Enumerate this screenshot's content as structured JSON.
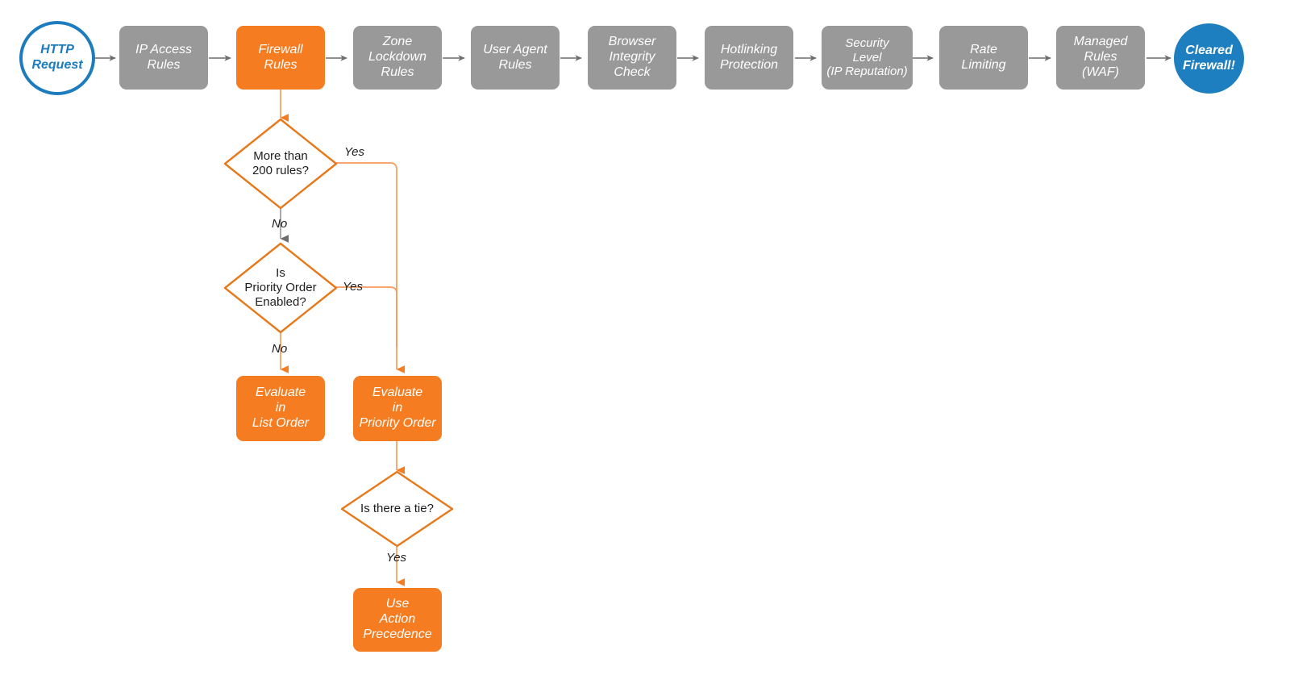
{
  "diagram": {
    "title": "Cloudflare firewall request evaluation order",
    "colors": {
      "gray": "#999999",
      "orange": "#f57c20",
      "orange_line": "#f79a5c",
      "blue": "#1d7fbf",
      "gray_line": "#6d6d6d",
      "text_dark": "#1d1d1d",
      "white": "#ffffff"
    },
    "pipeline": [
      {
        "id": "http-request",
        "label": "HTTP\nRequest",
        "shape": "ellipse-outline"
      },
      {
        "id": "ip-access-rules",
        "label": "IP Access\nRules",
        "shape": "box-gray"
      },
      {
        "id": "firewall-rules",
        "label": "Firewall\nRules",
        "shape": "box-orange"
      },
      {
        "id": "zone-lockdown-rules",
        "label": "Zone\nLockdown\nRules",
        "shape": "box-gray"
      },
      {
        "id": "user-agent-rules",
        "label": "User Agent\nRules",
        "shape": "box-gray"
      },
      {
        "id": "browser-integrity-check",
        "label": "Browser\nIntegrity\nCheck",
        "shape": "box-gray"
      },
      {
        "id": "hotlinking-protection",
        "label": "Hotlinking\nProtection",
        "shape": "box-gray"
      },
      {
        "id": "security-level",
        "label": "Security\nLevel\n(IP Reputation)",
        "shape": "box-gray"
      },
      {
        "id": "rate-limiting",
        "label": "Rate\nLimiting",
        "shape": "box-gray"
      },
      {
        "id": "managed-rules-waf",
        "label": "Managed\nRules\n(WAF)",
        "shape": "box-gray"
      },
      {
        "id": "cleared-firewall",
        "label": "Cleared\nFirewall!",
        "shape": "ellipse-filled"
      }
    ],
    "decisions": [
      {
        "id": "more-than-200-rules",
        "label": "More than\n200 rules?"
      },
      {
        "id": "is-priority-order-enabled",
        "label": "Is\nPriority Order\nEnabled?"
      },
      {
        "id": "is-there-a-tie",
        "label": "Is there a tie?"
      }
    ],
    "outcomes": [
      {
        "id": "evaluate-in-list-order",
        "label": "Evaluate\nin\nList Order"
      },
      {
        "id": "evaluate-in-priority-order",
        "label": "Evaluate\nin\nPriority Order"
      },
      {
        "id": "use-action-precedence",
        "label": "Use\nAction\nPrecedence"
      }
    ],
    "edge_labels": {
      "more_than_200_yes": "Yes",
      "more_than_200_no": "No",
      "priority_order_yes": "Yes",
      "priority_order_no": "No",
      "tie_yes": "Yes"
    }
  }
}
